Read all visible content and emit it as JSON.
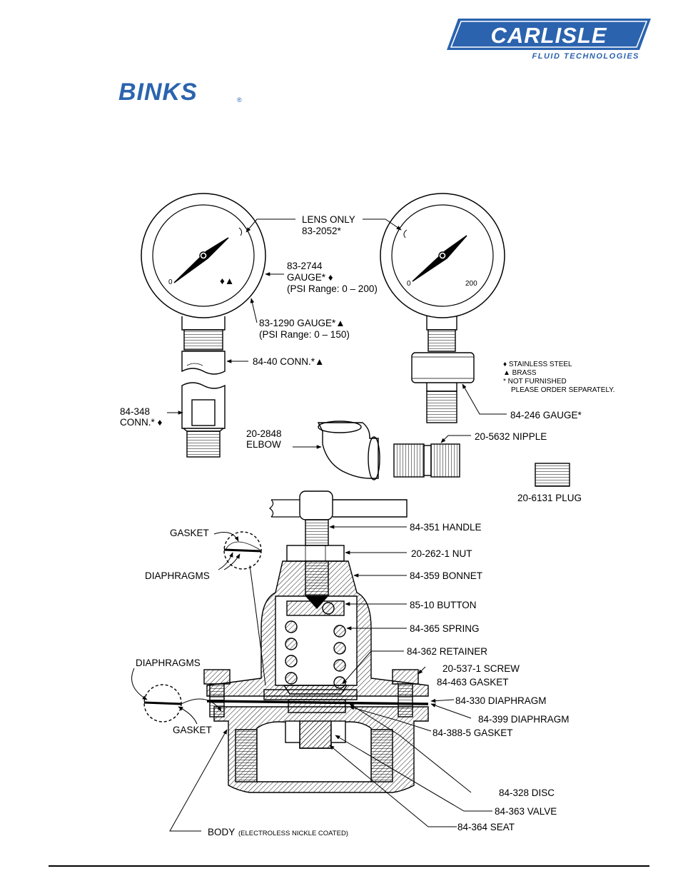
{
  "brand": {
    "carlisle_name": "CARLISLE",
    "carlisle_tagline": "FLUID TECHNOLOGIES",
    "binks_name": "BINKS",
    "binks_mark": "®",
    "color": "#2b63ae"
  },
  "gauges": {
    "left_dial_zero": "0",
    "left_dial_symbols": "♦▲",
    "right_dial_zero": "0",
    "right_dial_max": "200"
  },
  "labels": {
    "lens_1": "LENS ONLY",
    "lens_2": "83-2052*",
    "gauge_2744_1": "83-2744",
    "gauge_2744_2": "GAUGE* ♦",
    "gauge_2744_3": "(PSI Range: 0 – 200)",
    "gauge_1290_1": "83-1290 GAUGE*▲",
    "gauge_1290_2": "(PSI Range: 0 – 150)",
    "conn_8440": "84-40 CONN.*▲",
    "conn_84348_1": "84-348",
    "conn_84348_2": "CONN.* ♦",
    "elbow_1": "20-2848",
    "elbow_2": "ELBOW",
    "gauge_84246": "84-246 GAUGE*",
    "nipple": "20-5632 NIPPLE",
    "plug": "20-6131 PLUG",
    "handle": "84-351 HANDLE",
    "gasket_top": "GASKET",
    "diaphragms_top": "DIAPHRAGMS",
    "nut": "20-262-1 NUT",
    "bonnet": "84-359 BONNET",
    "button": "85-10 BUTTON",
    "spring": "84-365 SPRING",
    "retainer": "84-362 RETAINER",
    "diaphragms_left": "DIAPHRAGMS",
    "gasket_left": "GASKET",
    "screw": "20-537-1 SCREW",
    "gasket_463": "84-463 GASKET",
    "diaphragm_330": "84-330 DIAPHRAGM",
    "diaphragm_399": "84-399 DIAPHRAGM",
    "gasket_388": "84-388-5 GASKET",
    "disc": "84-328 DISC",
    "valve": "84-363 VALVE",
    "seat": "84-364 SEAT",
    "body_main": "BODY",
    "body_note": "(ELECTROLESS NICKLE COATED)"
  },
  "legend": {
    "stainless": "♦ STAINLESS STEEL",
    "brass": "▲ BRASS",
    "not_furnished": "* NOT FURNISHED",
    "order": "PLEASE ORDER SEPARATELY."
  }
}
